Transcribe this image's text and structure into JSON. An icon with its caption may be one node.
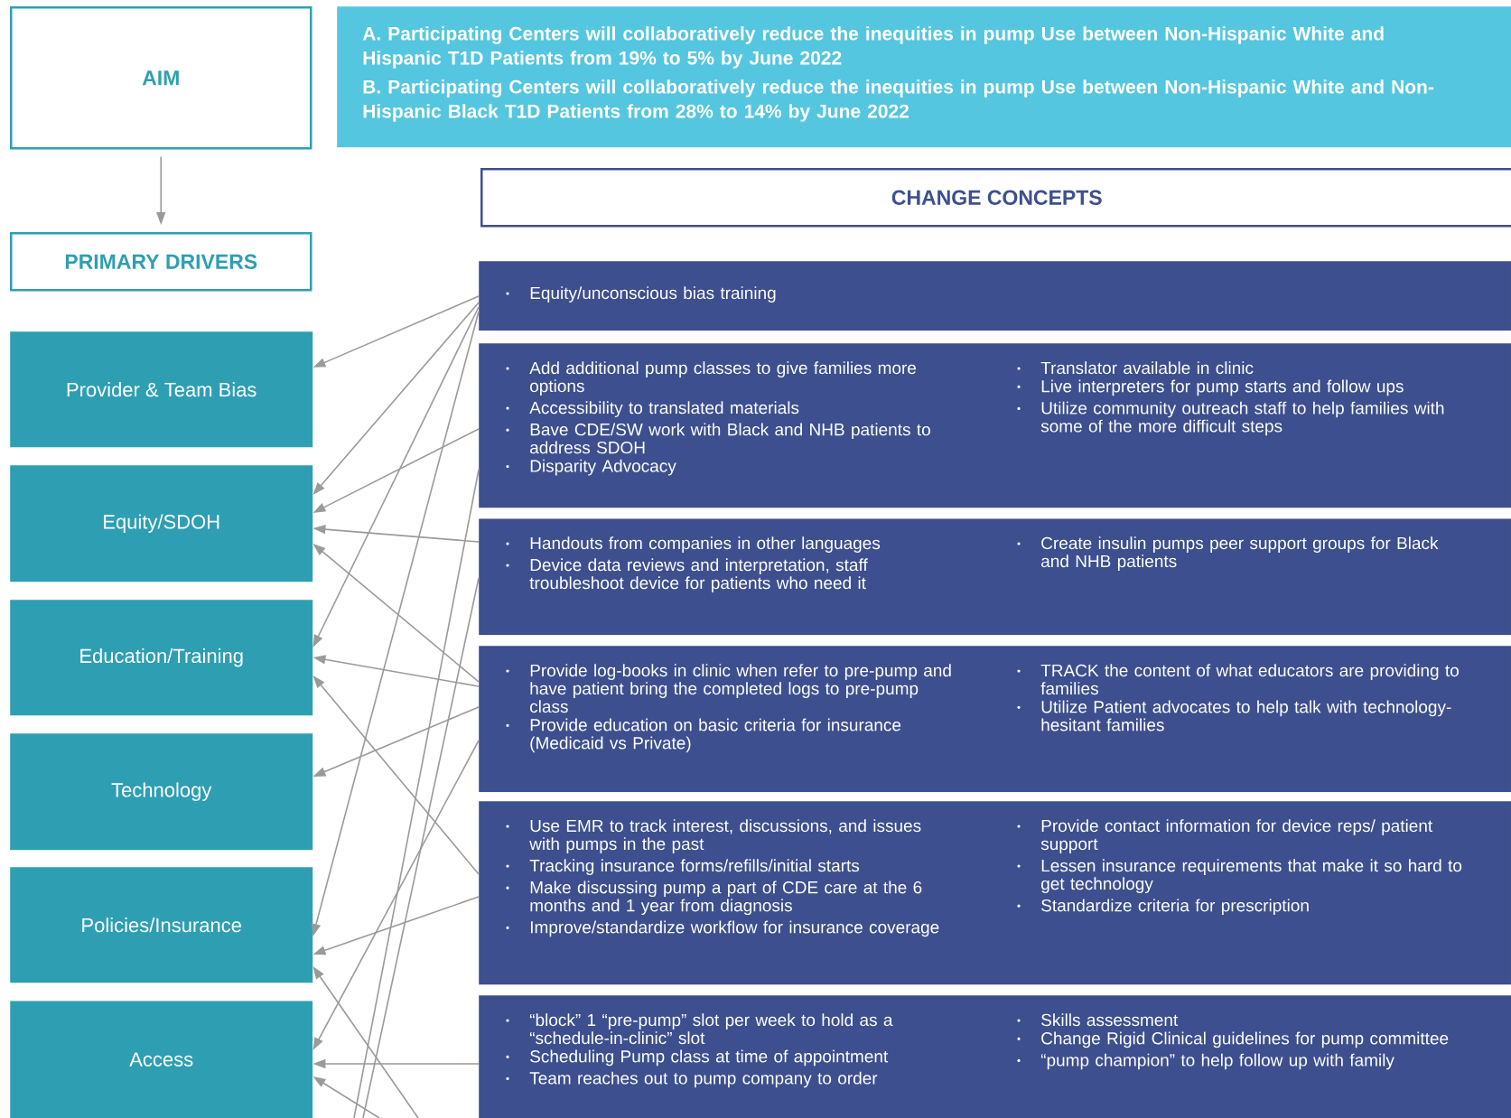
{
  "diagram": {
    "nodes": [
      {
        "text": [
          "AIM"
        ]
      },
      {
        "text": [
          "A. Participating Centers will collaboratively reduce the inequities in pump Use between Non-Hispanic White and Hispanic T1D Patients from 19% to 5% by June 2022",
          "B. Participating Centers will collaboratively reduce the inequities in pump Use between Non-Hispanic White and Non-Hispanic Black T1D Patients from 28% to 14% by June 2022"
        ]
      },
      {
        "text": [
          "PRIMARY DRIVERS"
        ]
      },
      {
        "text": [
          "CHANGE CONCEPTS"
        ]
      },
      {
        "text": [
          "Provider & Team Bias"
        ]
      },
      {
        "text": [
          "Equity/SDOH"
        ]
      },
      {
        "text": [
          "Education/Training"
        ]
      },
      {
        "text": [
          "Technology"
        ]
      },
      {
        "text": [
          "Policies/Insurance"
        ]
      },
      {
        "text": [
          "Access"
        ]
      },
      {
        "text": [
          "Equity/unconscious bias training"
        ]
      },
      {
        "text": [
          "Add additional pump classes to give families more options",
          "Accessibility to translated materials",
          "Bave CDE/SW work with Black and NHB patients to address SDOH",
          "Disparity Advocacy",
          "Translator available in clinic",
          "Live interpreters for pump starts and follow ups",
          "Utilize community outreach staff to help families with some of the more difficult steps"
        ]
      },
      {
        "text": [
          "Handouts from companies in other languages",
          "Device data reviews and interpretation, staff troubleshoot device for patients who need it",
          "Create insulin pumps peer support groups for Black and NHB patients"
        ]
      },
      {
        "text": [
          "Provide log-books in clinic when refer to pre-pump and have patient bring the completed logs to pre-pump class",
          "Provide education on basic criteria for insurance (Medicaid vs Private)",
          "TRACK the content of what educators are providing to families",
          "Utilize Patient advocates to help talk with technology-hesitant families"
        ]
      },
      {
        "text": [
          "Use EMR to track interest, discussions, and issues with pumps in the past",
          "Tracking insurance forms/refills/initial starts",
          "Make discussing pump a part of CDE care at the 6 months and 1 year from diagnosis",
          "Improve/standardize workflow for insurance coverage",
          "Provide contact information for device reps/ patient support",
          "Lessen insurance requirements that make it so hard to get technology",
          "Standardize criteria for prescription"
        ]
      },
      {
        "text": [
          "“block” 1 “pre-pump” slot per week to hold as a “schedule-in-clinic” slot",
          "Scheduling Pump class at time of appointment",
          "Team reaches out to pump company to order",
          "Skills assessment",
          "Change Rigid Clinical guidelines for pump committee",
          "“pump champion” to help follow up with family"
        ]
      }
    ],
    "edges": [
      {
        "from": 0,
        "to": 2,
        "arrow": "to"
      },
      {
        "from": 10,
        "to": 4,
        "arrow": "to"
      },
      {
        "from": 10,
        "to": 5,
        "arrow": "to"
      },
      {
        "from": 10,
        "to": 6,
        "arrow": "to"
      },
      {
        "from": 10,
        "to": 8,
        "arrow": "to"
      },
      {
        "from": 11,
        "to": 5,
        "arrow": "to"
      },
      {
        "from": 11,
        "to": null,
        "arrow": "none"
      },
      {
        "from": 12,
        "to": 5,
        "arrow": "to"
      },
      {
        "from": 12,
        "to": null,
        "arrow": "none"
      },
      {
        "from": 13,
        "to": 5,
        "arrow": "to"
      },
      {
        "from": 13,
        "to": 6,
        "arrow": "to"
      },
      {
        "from": 13,
        "to": 7,
        "arrow": "to"
      },
      {
        "from": 13,
        "to": 9,
        "arrow": "to"
      },
      {
        "from": 14,
        "to": 6,
        "arrow": "to"
      },
      {
        "from": 14,
        "to": 8,
        "arrow": "to"
      },
      {
        "from": null,
        "to": 8,
        "arrow": "to"
      },
      {
        "from": 15,
        "to": 9,
        "arrow": "to"
      },
      {
        "from": null,
        "to": 9,
        "arrow": "to"
      }
    ]
  }
}
